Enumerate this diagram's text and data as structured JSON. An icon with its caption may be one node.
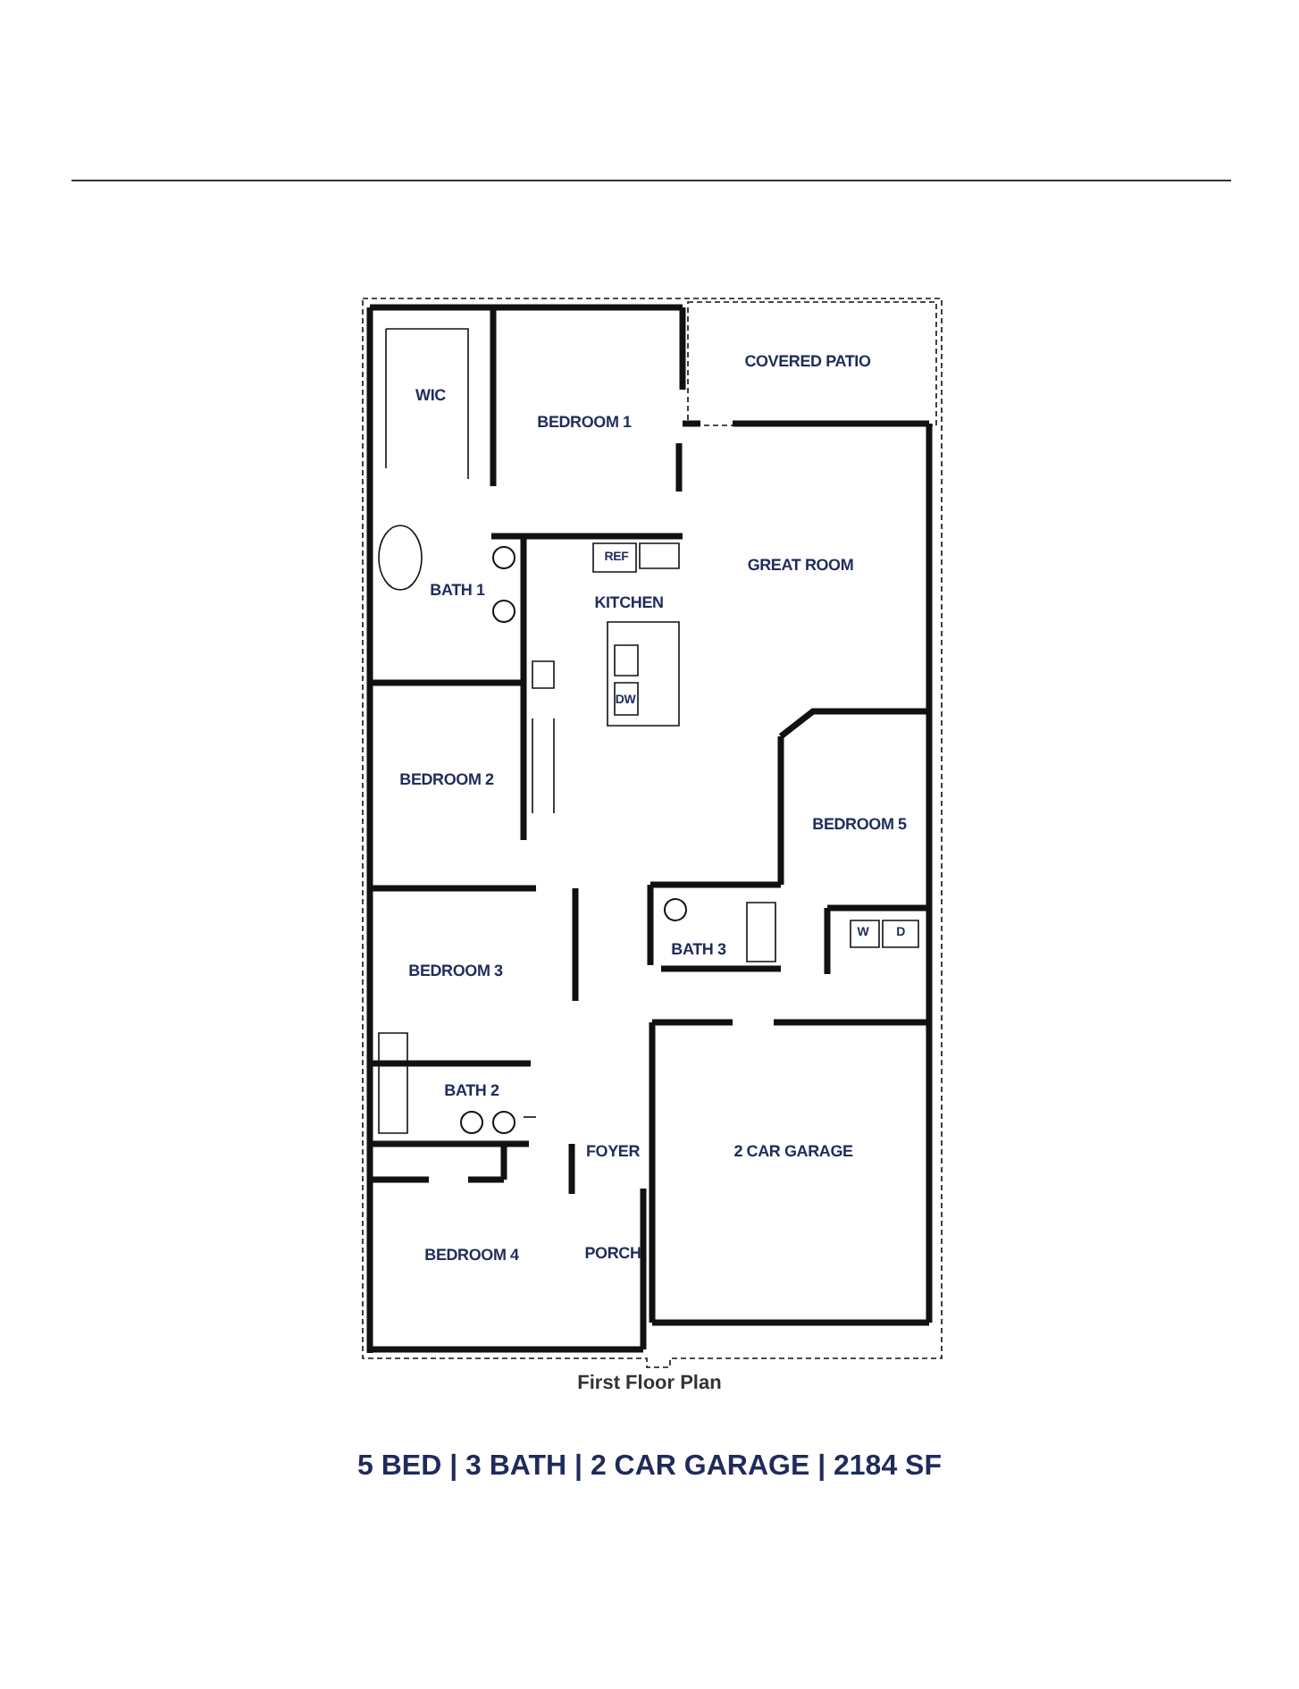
{
  "diagram": {
    "caption": "First Floor Plan",
    "labels": [
      "WIC",
      "BEDROOM 1",
      "COVERED PATIO",
      "REF",
      "GREAT ROOM",
      "BATH 1",
      "KITCHEN",
      "DW",
      "BEDROOM 2",
      "BEDROOM 5",
      "W",
      "D",
      "BATH 3",
      "BEDROOM 3",
      "BATH 2",
      "FOYER",
      "2 CAR GARAGE",
      "BEDROOM 4",
      "PORCH",
      "5 BED | 3 BATH | 2 CAR GARAGE | 2184 SF"
    ]
  }
}
